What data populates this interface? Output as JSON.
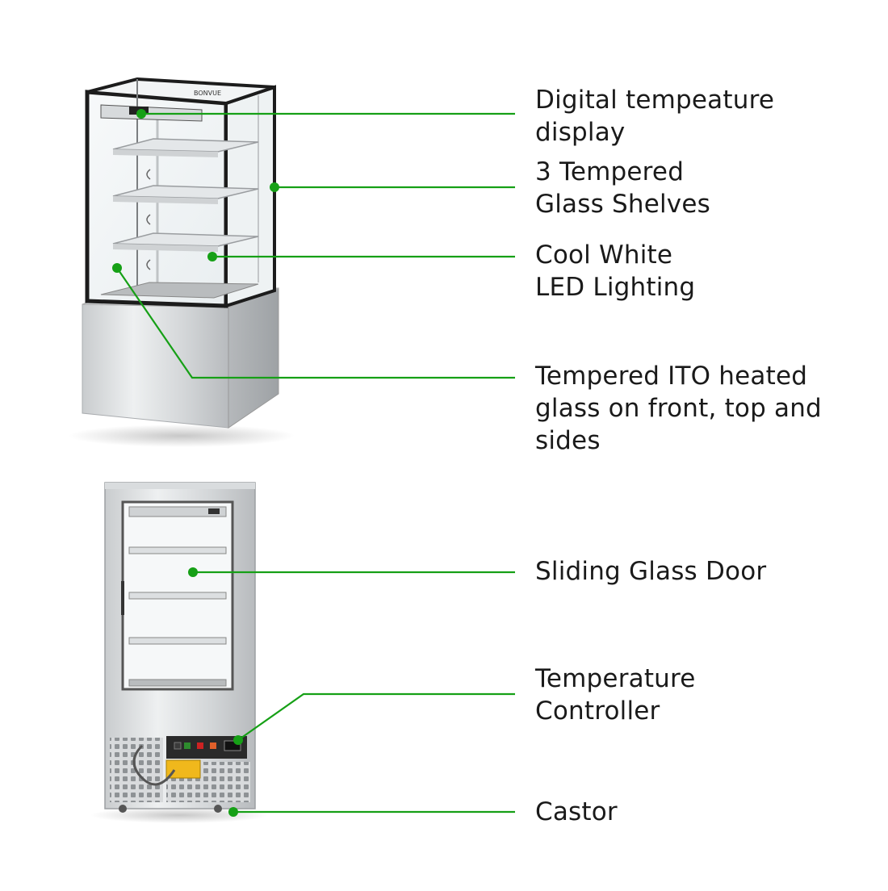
{
  "brand": "BONVUE",
  "accent_color": "#16a016",
  "callouts": [
    {
      "id": "digital-temperature-display",
      "lines": [
        "Digital tempeature",
        "display"
      ]
    },
    {
      "id": "tempered-glass-shelves",
      "lines": [
        "3 Tempered",
        "Glass Shelves"
      ]
    },
    {
      "id": "led-lighting",
      "lines": [
        "Cool White",
        "LED Lighting"
      ]
    },
    {
      "id": "heated-glass",
      "lines": [
        "Tempered ITO heated",
        "glass on front, top and",
        "sides"
      ]
    },
    {
      "id": "sliding-glass-door",
      "lines": [
        "Sliding Glass Door"
      ]
    },
    {
      "id": "temperature-controller",
      "lines": [
        "Temperature",
        "Controller"
      ]
    },
    {
      "id": "castor",
      "lines": [
        "Castor"
      ]
    }
  ]
}
